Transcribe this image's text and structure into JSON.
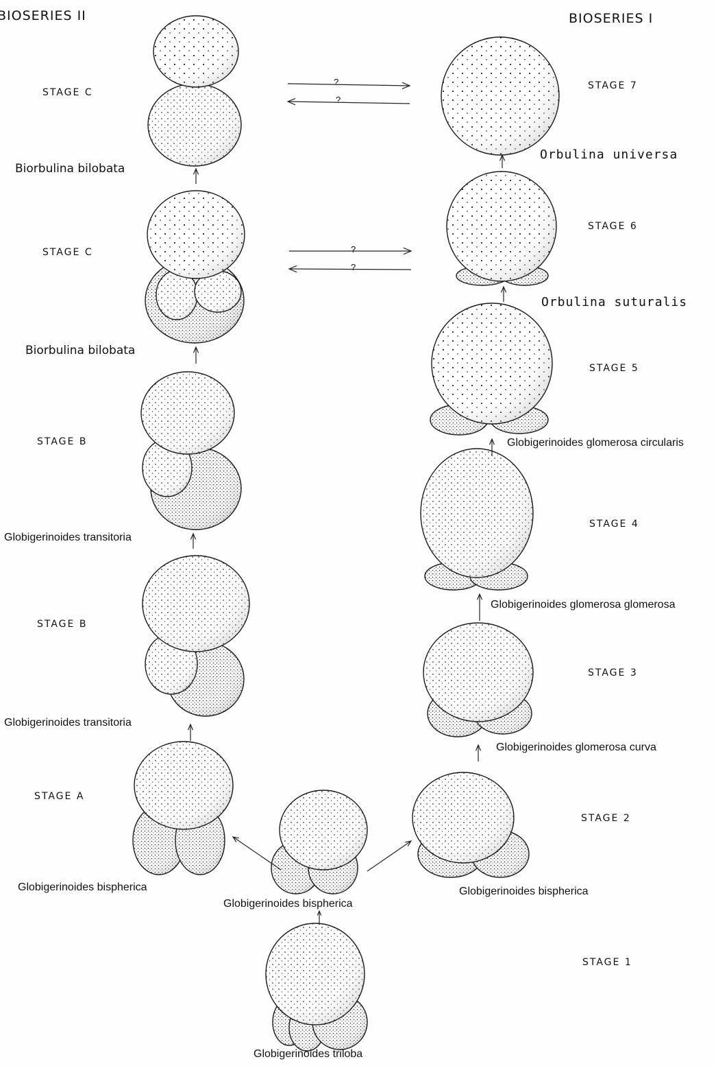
{
  "headers": {
    "left": "BIOSERIES II",
    "right": "BIOSERIES I"
  },
  "stages": {
    "c_top": "STAGE C",
    "c_mid": "STAGE C",
    "b_top": "STAGE B",
    "b_low": "STAGE B",
    "a": "STAGE A",
    "s7": "STAGE 7",
    "s6": "STAGE 6",
    "s5": "STAGE 5",
    "s4": "STAGE 4",
    "s3": "STAGE 3",
    "s2": "STAGE 2",
    "s1": "STAGE 1"
  },
  "taxa": {
    "biorbulina_1": "Biorbulina bilobata",
    "biorbulina_2": "Biorbulina bilobata",
    "transitoria_1": "Globigerinoides transitoria",
    "transitoria_2": "Globigerinoides transitoria",
    "bispherica_left": "Globigerinoides bispherica",
    "bispherica_center": "Globigerinoides bispherica",
    "bispherica_right": "Globigerinoides bispherica",
    "triloba": "Globigerinoides triloba",
    "curva": "Globigerinoides glomerosa curva",
    "glomerosa": "Globigerinoides glomerosa glomerosa",
    "circularis": "Globigerinoides glomerosa circularis",
    "suturalis": "Orbulina suturalis",
    "universa": "Orbulina universa"
  },
  "link_marks": {
    "q1": "?",
    "q2": "?",
    "q3": "?",
    "q4": "?"
  }
}
